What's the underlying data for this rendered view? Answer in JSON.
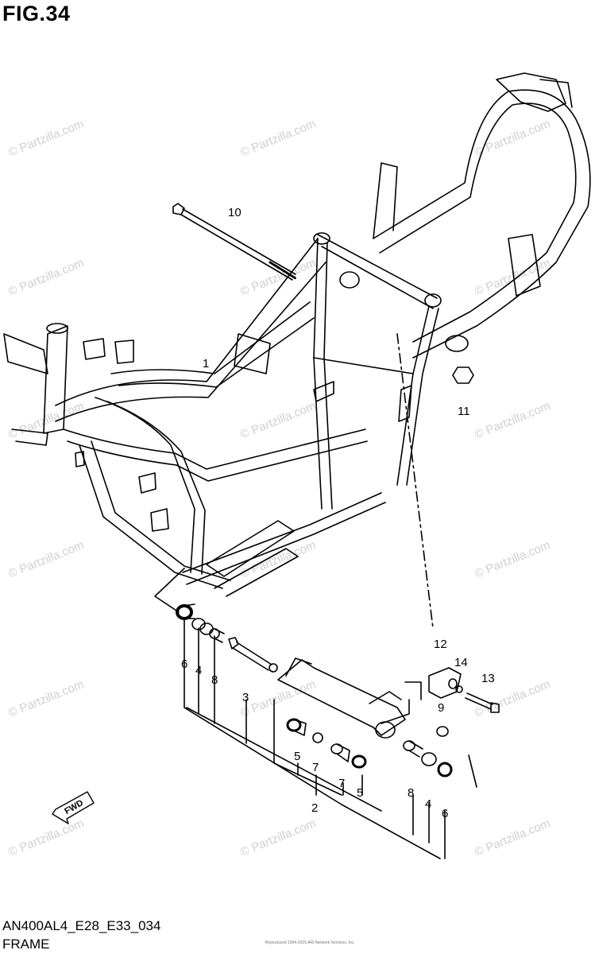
{
  "figure": {
    "title": "FIG.34",
    "model_code": "AN400AL4_E28_E33_034",
    "section_name": "FRAME"
  },
  "watermark_text": "© Partzilla.com",
  "fine_print": "Reproduced 1994-2015 ARI Network Services, Inc.",
  "fwd_label": "FWD",
  "callouts": [
    {
      "id": "c10",
      "label": "10"
    },
    {
      "id": "c1",
      "label": "1"
    },
    {
      "id": "c11",
      "label": "11"
    },
    {
      "id": "c12",
      "label": "12"
    },
    {
      "id": "c14",
      "label": "14"
    },
    {
      "id": "c13",
      "label": "13"
    },
    {
      "id": "c9",
      "label": "9"
    },
    {
      "id": "c6a",
      "label": "6"
    },
    {
      "id": "c4a",
      "label": "4"
    },
    {
      "id": "c8a",
      "label": "8"
    },
    {
      "id": "c3",
      "label": "3"
    },
    {
      "id": "c5a",
      "label": "5"
    },
    {
      "id": "c7a",
      "label": "7"
    },
    {
      "id": "c7b",
      "label": "7"
    },
    {
      "id": "c5b",
      "label": "5"
    },
    {
      "id": "c2",
      "label": "2"
    },
    {
      "id": "c8b",
      "label": "8"
    },
    {
      "id": "c4b",
      "label": "4"
    },
    {
      "id": "c6b",
      "label": "6"
    }
  ],
  "colors": {
    "line": "#000000",
    "watermark": "#cfcfcf"
  }
}
